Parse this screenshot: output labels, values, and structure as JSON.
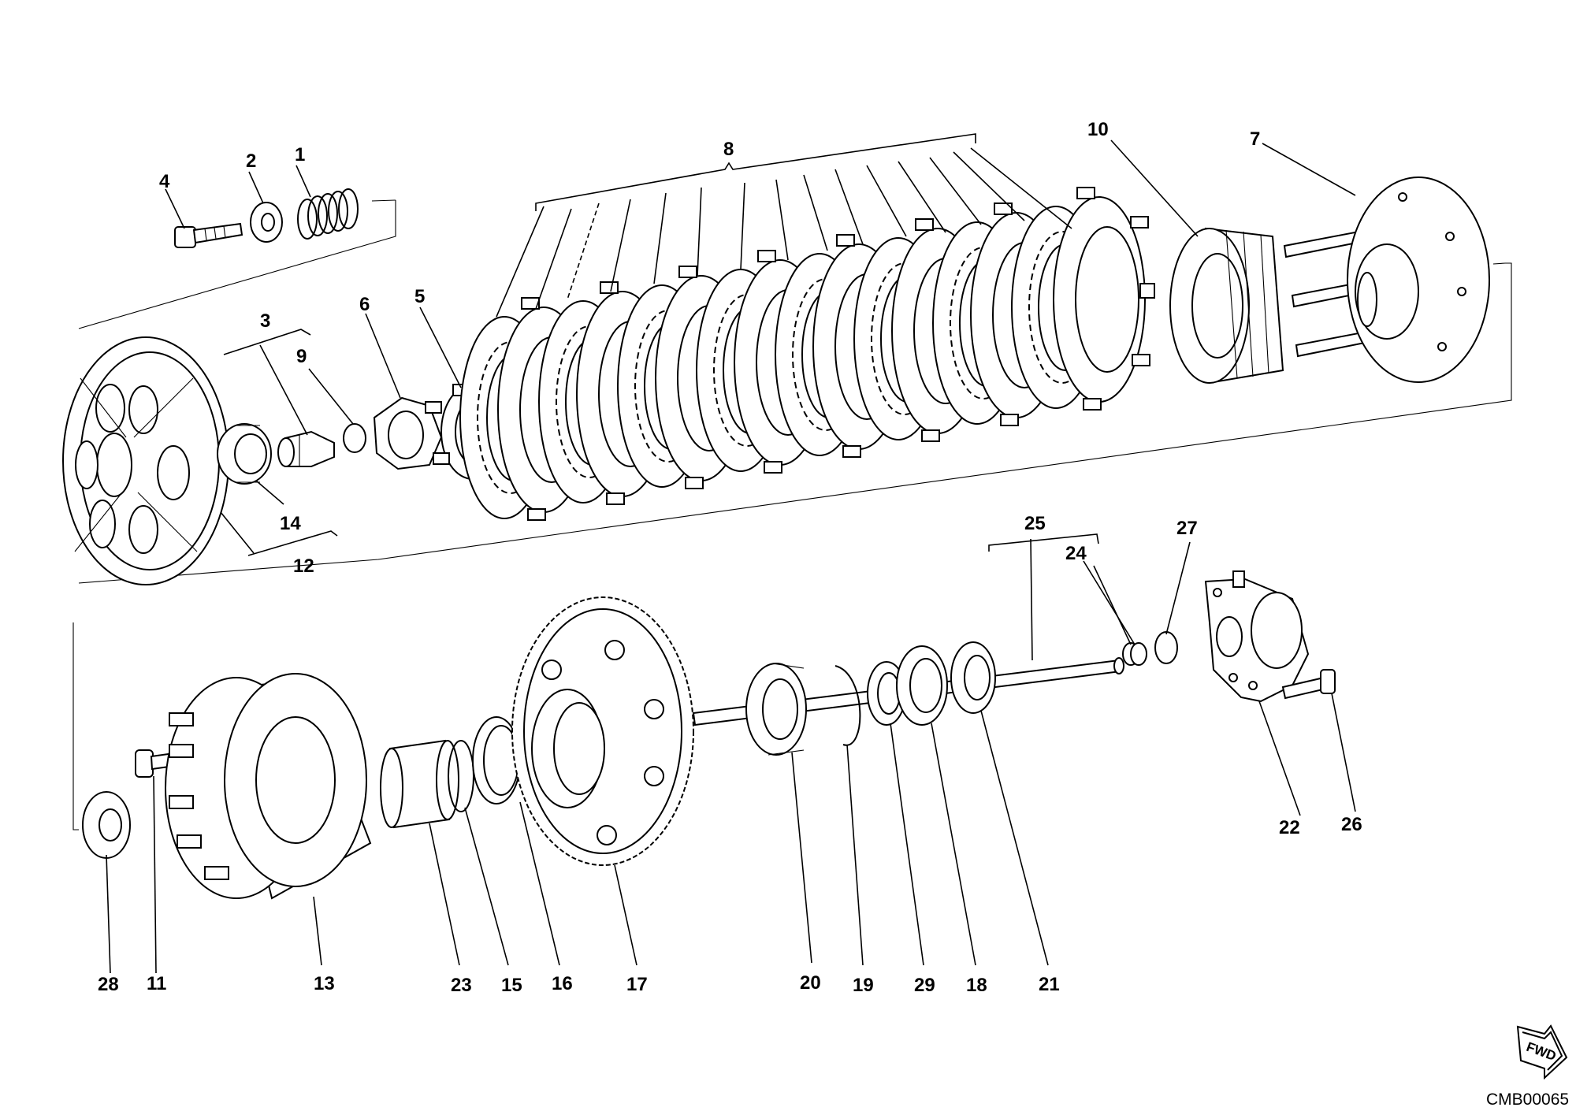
{
  "diagram": {
    "drawing_code": "CMB00065",
    "direction_marker": "FWD",
    "callouts": [
      {
        "id": "1",
        "label": "1"
      },
      {
        "id": "2",
        "label": "2"
      },
      {
        "id": "3",
        "label": "3"
      },
      {
        "id": "4",
        "label": "4"
      },
      {
        "id": "5",
        "label": "5"
      },
      {
        "id": "6",
        "label": "6"
      },
      {
        "id": "7",
        "label": "7"
      },
      {
        "id": "8",
        "label": "8"
      },
      {
        "id": "9",
        "label": "9"
      },
      {
        "id": "10",
        "label": "10"
      },
      {
        "id": "11",
        "label": "11"
      },
      {
        "id": "12",
        "label": "12"
      },
      {
        "id": "13",
        "label": "13"
      },
      {
        "id": "14",
        "label": "14"
      },
      {
        "id": "15",
        "label": "15"
      },
      {
        "id": "16",
        "label": "16"
      },
      {
        "id": "17",
        "label": "17"
      },
      {
        "id": "18",
        "label": "18"
      },
      {
        "id": "19",
        "label": "19"
      },
      {
        "id": "20",
        "label": "20"
      },
      {
        "id": "21",
        "label": "21"
      },
      {
        "id": "22",
        "label": "22"
      },
      {
        "id": "23",
        "label": "23"
      },
      {
        "id": "24",
        "label": "24"
      },
      {
        "id": "25",
        "label": "25"
      },
      {
        "id": "26",
        "label": "26"
      },
      {
        "id": "27",
        "label": "27"
      },
      {
        "id": "28",
        "label": "28"
      },
      {
        "id": "29",
        "label": "29"
      }
    ]
  }
}
